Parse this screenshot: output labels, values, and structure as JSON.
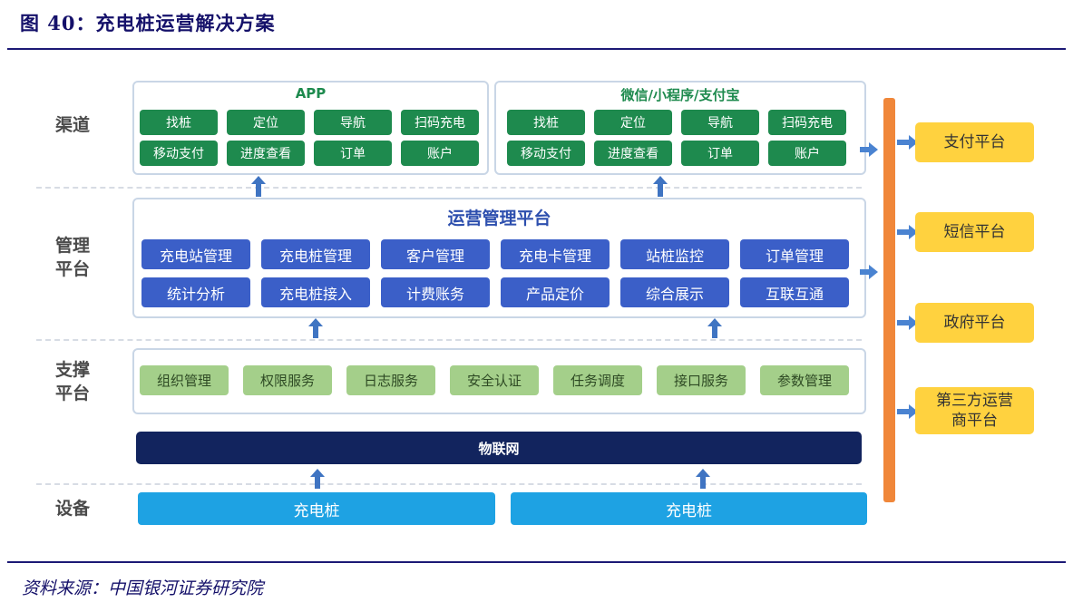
{
  "figure_title": "图 40：充电桩运营解决方案",
  "source": "资料来源：中国银河证券研究院",
  "layers": {
    "channel": "渠道",
    "management": "管理\n平台",
    "support": "支撑\n平台",
    "device": "设备"
  },
  "channel": {
    "app_title": "APP",
    "app_items": [
      "找桩",
      "定位",
      "导航",
      "扫码充电",
      "移动支付",
      "进度查看",
      "订单",
      "账户"
    ],
    "wechat_title": "微信/小程序/支付宝",
    "wechat_items": [
      "找桩",
      "定位",
      "导航",
      "扫码充电",
      "移动支付",
      "进度查看",
      "订单",
      "账户"
    ]
  },
  "management": {
    "title": "运营管理平台",
    "items": [
      "充电站管理",
      "充电桩管理",
      "客户管理",
      "充电卡管理",
      "站桩监控",
      "订单管理",
      "统计分析",
      "充电桩接入",
      "计费账务",
      "产品定价",
      "综合展示",
      "互联互通"
    ]
  },
  "support": {
    "items": [
      "组织管理",
      "权限服务",
      "日志服务",
      "安全认证",
      "任务调度",
      "接口服务",
      "参数管理"
    ]
  },
  "iot": "物联网",
  "devices": [
    "充电桩",
    "充电桩"
  ],
  "external": [
    "支付平台",
    "短信平台",
    "政府平台",
    "第三方运营\n商平台"
  ]
}
